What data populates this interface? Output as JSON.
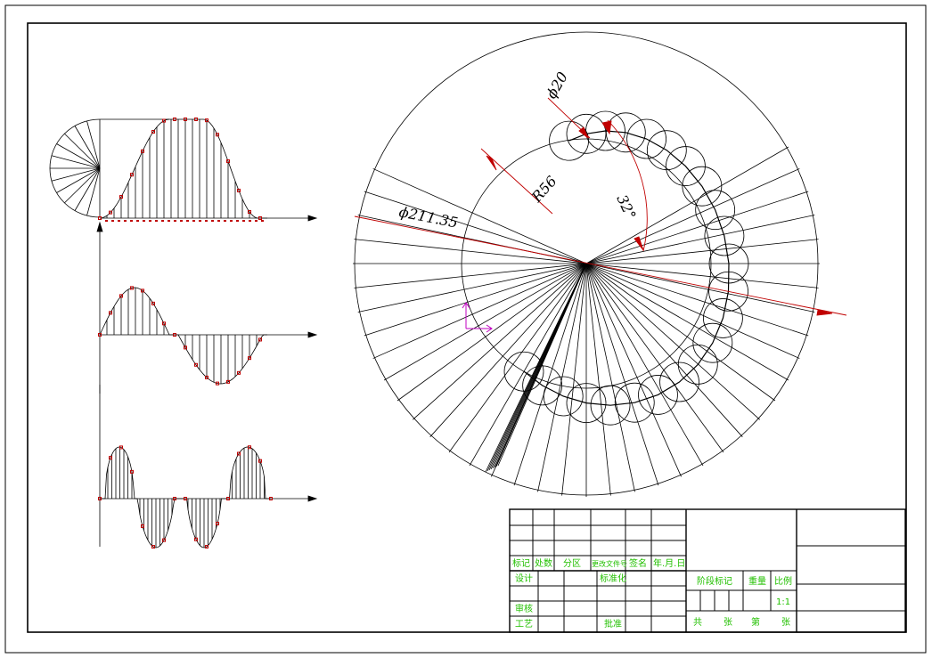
{
  "dimensions": {
    "outer_diameter": "ϕ211.35",
    "small_diameter": "ϕ20",
    "radius": "R56",
    "angle": "32°"
  },
  "title_block": {
    "rev_headers": [
      "标记",
      "处数",
      "分区",
      "更改文件号",
      "签名",
      "年.月.日"
    ],
    "rows": [
      "设计",
      "审核",
      "工艺"
    ],
    "standardize": "标准化",
    "approve": "批准",
    "stage_mark": "阶段标记",
    "weight": "重量",
    "scale": "比例",
    "scale_value": "1:1",
    "sheet_total": "共",
    "sheet_unit": "张",
    "sheet_no": "第",
    "sheet_unit2": "张"
  },
  "colors": {
    "lines": "#000000",
    "dimensions": "#c00000",
    "markers": "#c00000",
    "text_green": "#22c000",
    "ucs": "#c000c0"
  },
  "icons": [
    "ucs-icon"
  ]
}
